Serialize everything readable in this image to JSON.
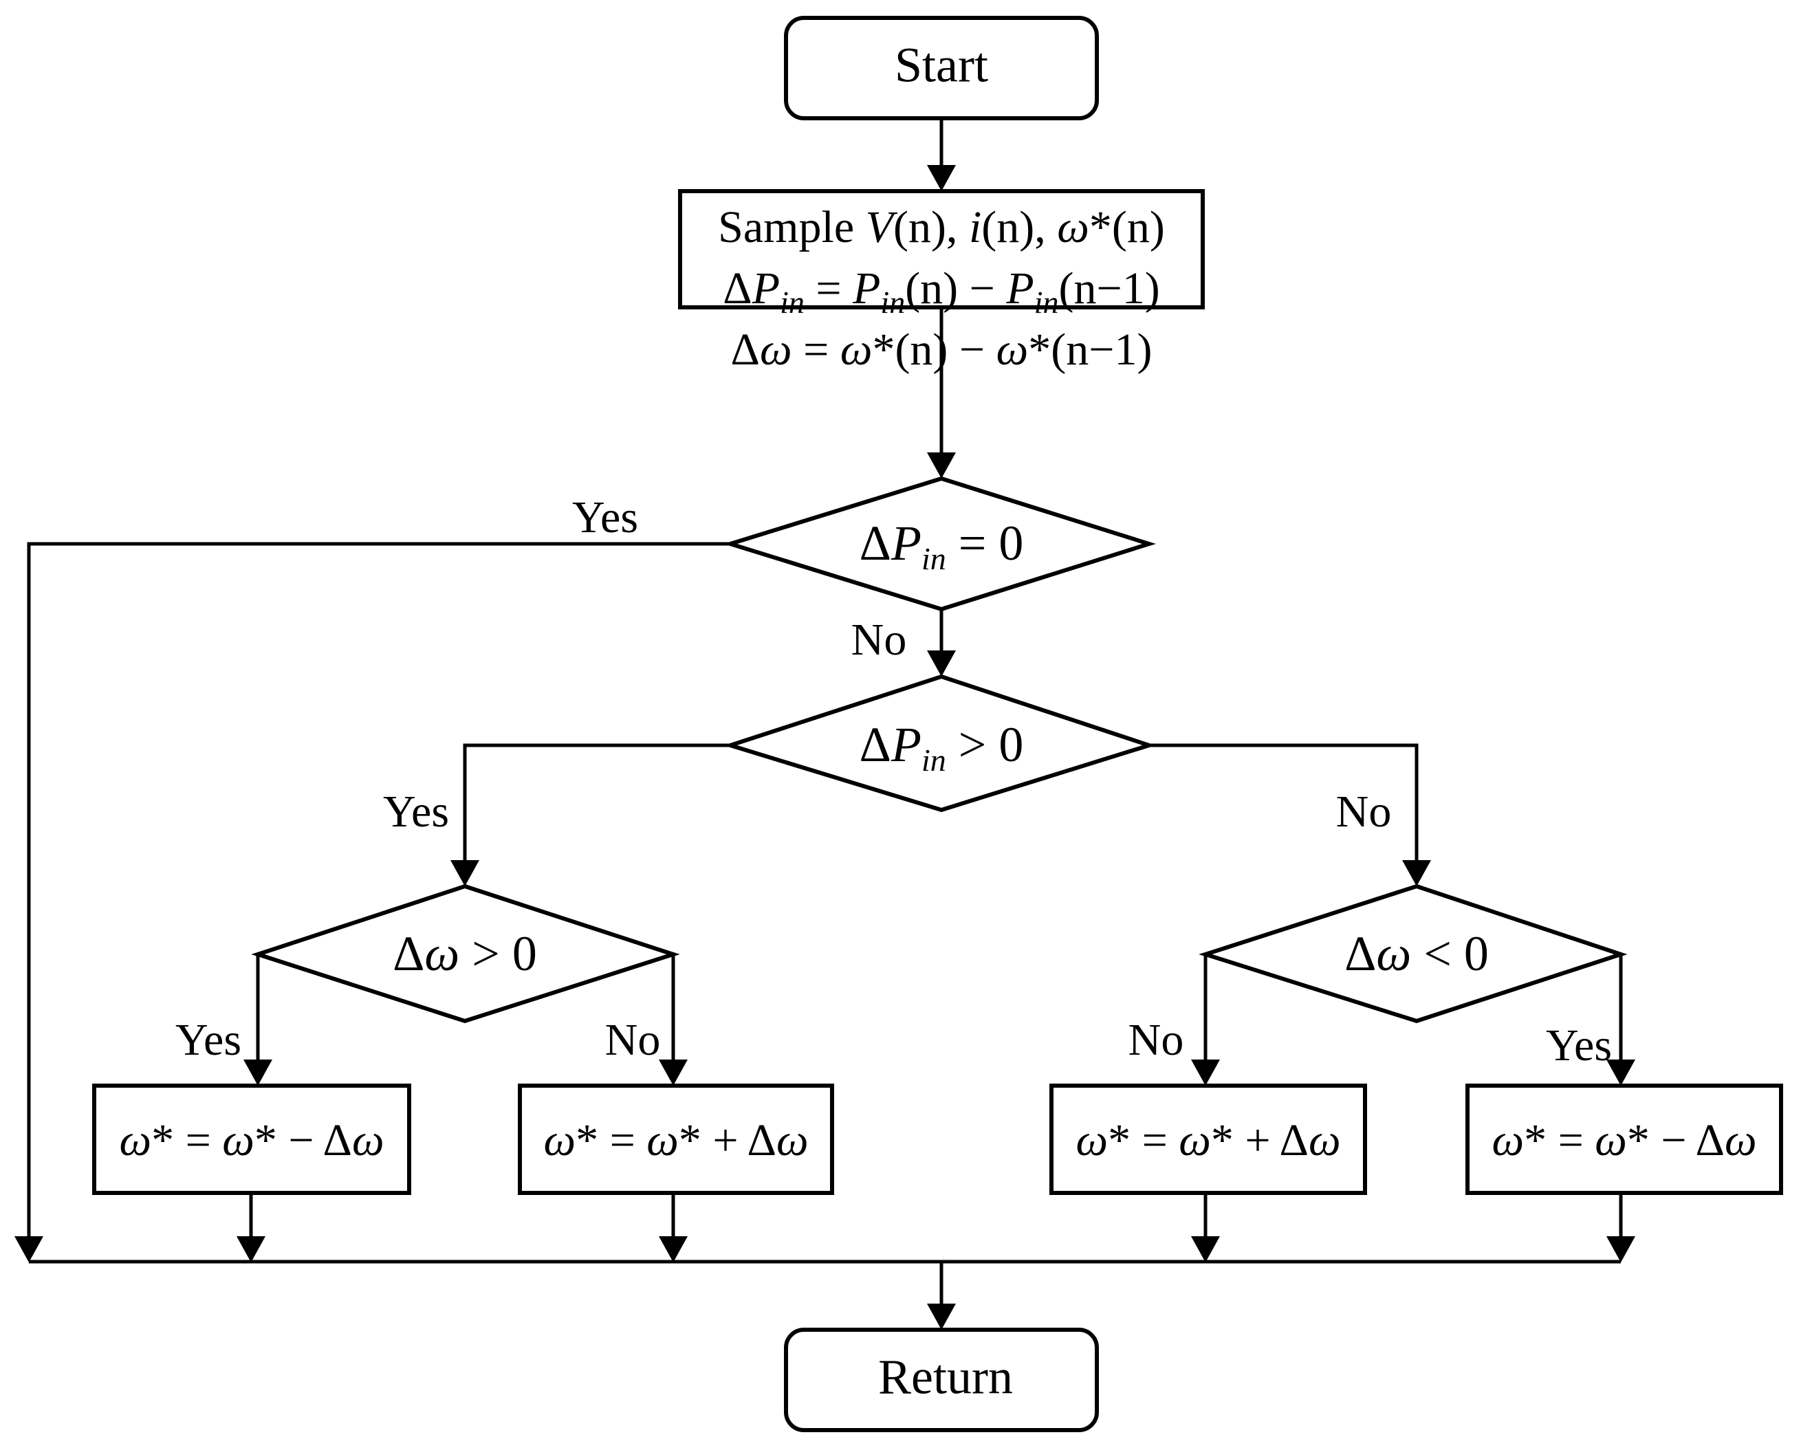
{
  "nodes": {
    "start": "Start",
    "sample": {
      "line1": {
        "a": "Sample ",
        "v": "V",
        "b": "(n), ",
        "i": "i",
        "c": "(n), ",
        "w": "ω",
        "d": "*(n)"
      },
      "line2": {
        "a": "Δ",
        "p1": "P",
        "s1": "in",
        "b": " = ",
        "p2": "P",
        "s2": "in",
        "c": "(n) − ",
        "p3": "P",
        "s3": "in",
        "d": "(n−1)"
      },
      "line3": {
        "a": "Δ",
        "w1": "ω",
        "b": " = ",
        "w2": "ω",
        "c": "*(n) − ",
        "w3": "ω",
        "d": "*(n−1)"
      }
    },
    "d1": {
      "a": "Δ",
      "p": "P",
      "s": "in",
      "b": " = 0"
    },
    "d2": {
      "a": "Δ",
      "p": "P",
      "s": "in",
      "b": " > 0"
    },
    "d3": {
      "a": "Δ",
      "w": "ω",
      "b": " > 0"
    },
    "d4": {
      "a": "Δ",
      "w": "ω",
      "b": " < 0"
    },
    "b1": {
      "w1": "ω",
      "a": "* = ",
      "w2": "ω",
      "b": "* − Δ",
      "w3": "ω"
    },
    "b2": {
      "w1": "ω",
      "a": "* = ",
      "w2": "ω",
      "b": "* + Δ",
      "w3": "ω"
    },
    "b3": {
      "w1": "ω",
      "a": "* = ",
      "w2": "ω",
      "b": "* + Δ",
      "w3": "ω"
    },
    "b4": {
      "w1": "ω",
      "a": "* = ",
      "w2": "ω",
      "b": "* − Δ",
      "w3": "ω"
    },
    "return": "Return"
  },
  "edges": {
    "d1_yes": "Yes",
    "d1_no": "No",
    "d2_yes": "Yes",
    "d2_no": "No",
    "d3_yes": "Yes",
    "d3_no": "No",
    "d4_no": "No",
    "d4_yes": "Yes"
  }
}
